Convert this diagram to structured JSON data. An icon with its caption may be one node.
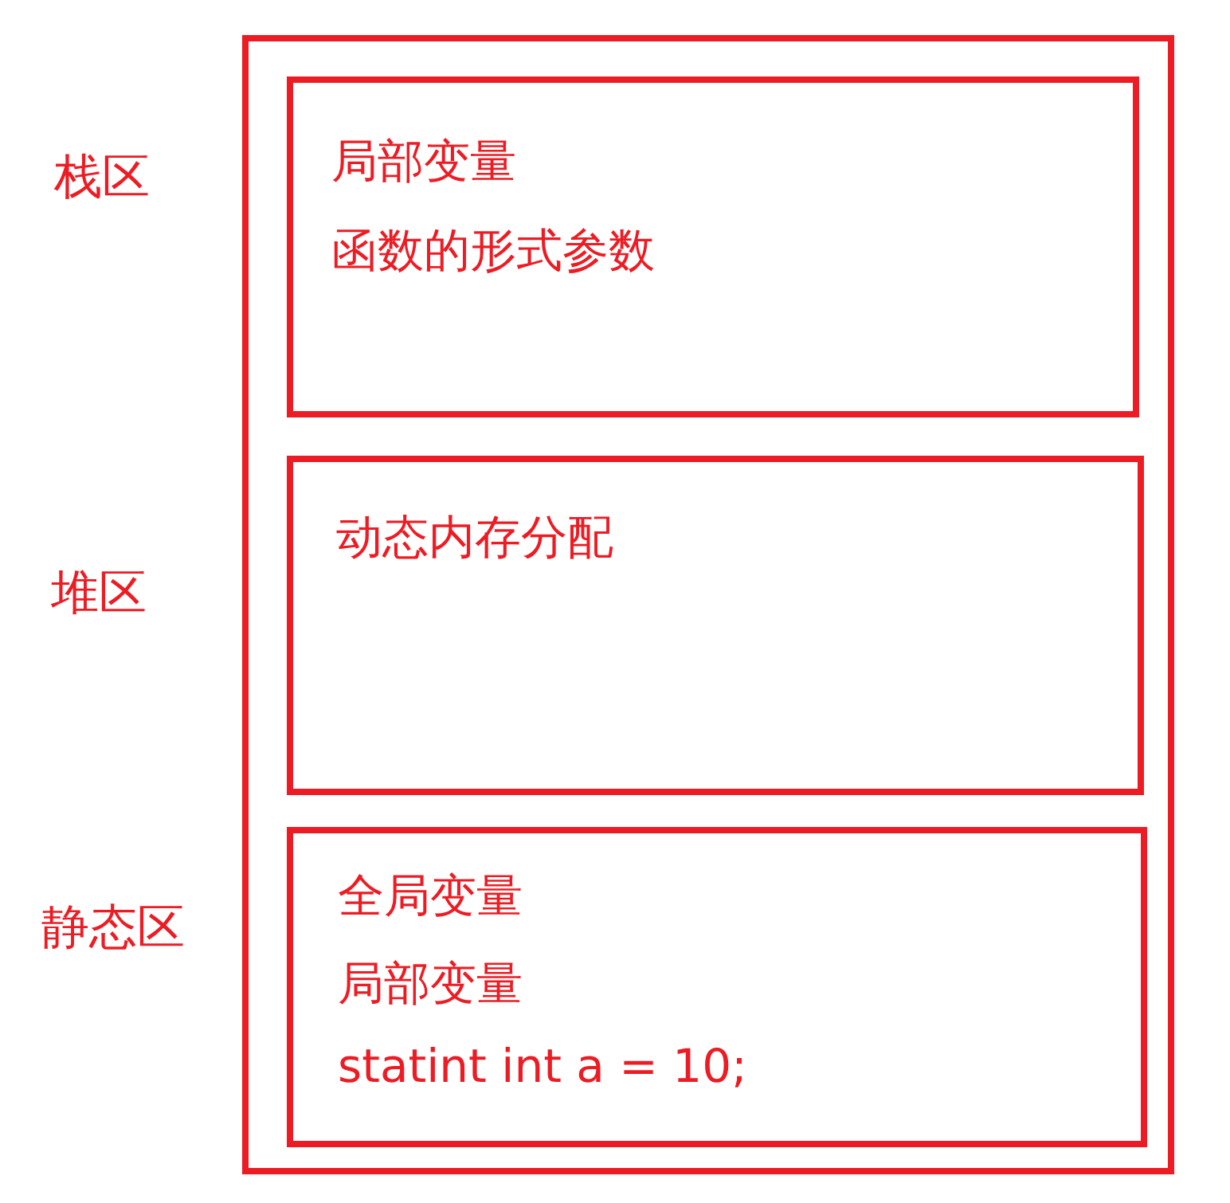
{
  "diagram": {
    "nodes": [
      {
        "text": [],
        "shape": "box"
      },
      {
        "text": [
          "局部变量",
          "函数的形式参数"
        ],
        "in": 0,
        "beside": [
          "栈区"
        ]
      },
      {
        "text": [
          "动态内存分配"
        ],
        "in": 0,
        "beside": [
          "堆区"
        ]
      },
      {
        "text": [
          "全局变量",
          "局部变量",
          "statint int a = 10;"
        ],
        "in": 0,
        "beside": [
          "静态区"
        ]
      }
    ]
  }
}
